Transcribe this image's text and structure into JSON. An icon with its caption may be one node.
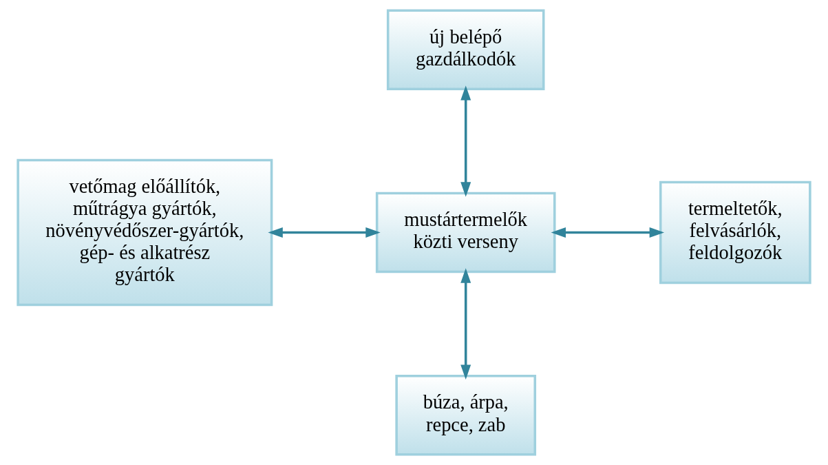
{
  "diagram": {
    "nodes": [
      {
        "text": [
          "új belépő gazdálkodók"
        ]
      },
      {
        "text": [
          "vetőmag előállítók, műtrágya gyártók, növényvédőszer-gyártók, gép- és alkatrész gyártók"
        ]
      },
      {
        "text": [
          "mustártermelők közti verseny"
        ]
      },
      {
        "text": [
          "termeltetők, felvásárlók, feldolgozók"
        ]
      },
      {
        "text": [
          "búza, árpa, repce, zab"
        ]
      }
    ],
    "edges": [
      {
        "from": 2,
        "to": 0,
        "arrow": "both"
      },
      {
        "from": 1,
        "to": 2,
        "arrow": "both"
      },
      {
        "from": 2,
        "to": 3,
        "arrow": "both"
      },
      {
        "from": 2,
        "to": 4,
        "arrow": "both"
      }
    ]
  }
}
